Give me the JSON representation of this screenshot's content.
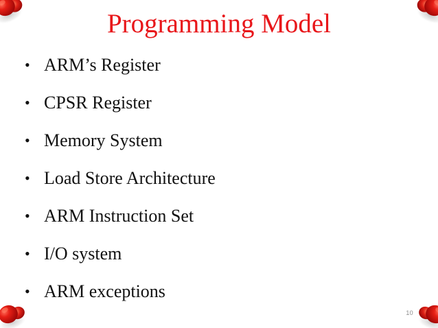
{
  "slide": {
    "title": "Programming Model",
    "title_color": "#e8161a",
    "background_color": "#ffffff",
    "text_color": "#111111",
    "page_number": "10",
    "page_number_color": "#8d8d8d"
  },
  "bullets": [
    {
      "marker": "•",
      "label": "ARM’s Register"
    },
    {
      "marker": "•",
      "label": "CPSR Register"
    },
    {
      "marker": "•",
      "label": "Memory System"
    },
    {
      "marker": "•",
      "label": "Load Store Architecture"
    },
    {
      "marker": "•",
      "label": "ARM Instruction Set"
    },
    {
      "marker": "•",
      "label": "I/O system"
    },
    {
      "marker": "•",
      "label": "ARM exceptions"
    }
  ],
  "decorations": {
    "accent_color": "#c00000",
    "highlight_color": "#ff3b2e",
    "shadow_color": "#c9c9c9",
    "corners": [
      {
        "name": "top-left"
      },
      {
        "name": "top-right"
      },
      {
        "name": "bottom-left"
      },
      {
        "name": "bottom-right"
      }
    ]
  }
}
